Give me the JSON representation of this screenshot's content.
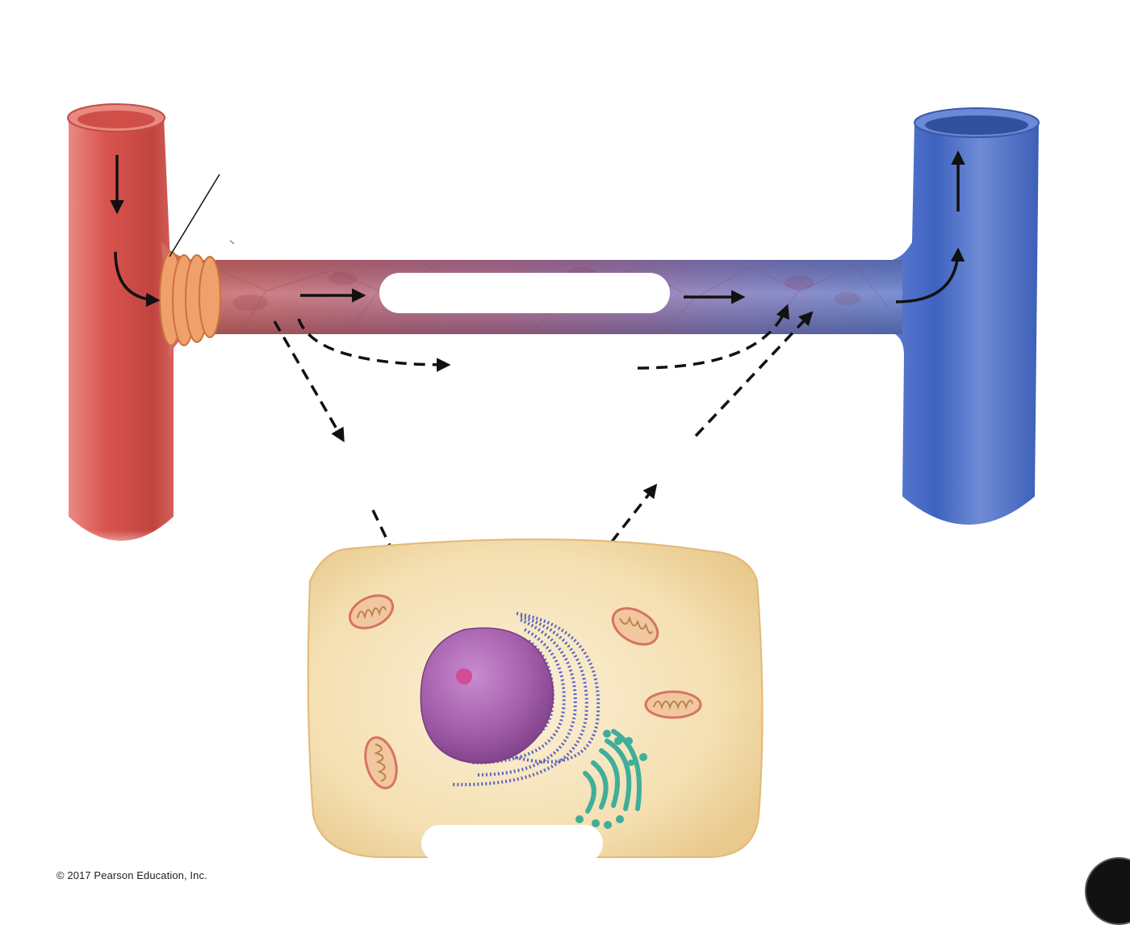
{
  "figure": {
    "copyright": "© 2017 Pearson Education, Inc."
  },
  "colors": {
    "arteriole": "#d9544f",
    "venule": "#3e63c0",
    "precapillary_sphincter": "#f0a06a",
    "cell_cytoplasm": "#f5e2b8",
    "nucleus": "#9b4f9c",
    "rough_er": "#5a64c2",
    "golgi": "#3fae9a",
    "mitochondria": "#d7735f",
    "label_masks": "#ffffff"
  },
  "structures": [
    "arteriole",
    "precapillary-sphincter",
    "capillary",
    "venule",
    "tissue-cell",
    "nucleus",
    "rough-endoplasmic-reticulum",
    "golgi-apparatus",
    "mitochondrion"
  ]
}
